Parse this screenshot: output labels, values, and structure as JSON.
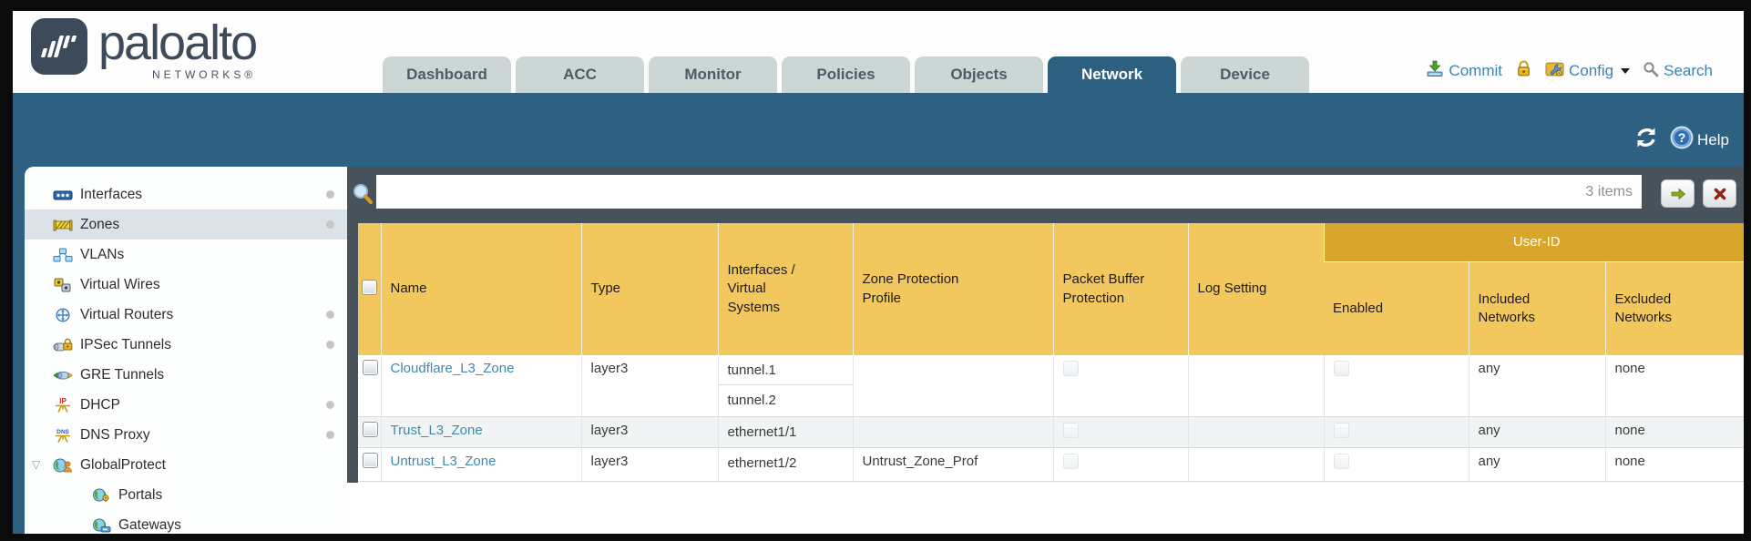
{
  "brand": {
    "name": "paloalto",
    "subtitle": "NETWORKS®"
  },
  "nav": {
    "tabs": [
      {
        "label": "Dashboard",
        "active": false
      },
      {
        "label": "ACC",
        "active": false
      },
      {
        "label": "Monitor",
        "active": false
      },
      {
        "label": "Policies",
        "active": false
      },
      {
        "label": "Objects",
        "active": false
      },
      {
        "label": "Network",
        "active": true
      },
      {
        "label": "Device",
        "active": false
      }
    ]
  },
  "actions": {
    "commit": "Commit",
    "config": "Config",
    "search": "Search",
    "help": "Help"
  },
  "sidebar": {
    "items": [
      {
        "label": "Interfaces",
        "icon": "interfaces-icon",
        "dot": true
      },
      {
        "label": "Zones",
        "icon": "zones-icon",
        "dot": true,
        "selected": true
      },
      {
        "label": "VLANs",
        "icon": "vlans-icon"
      },
      {
        "label": "Virtual Wires",
        "icon": "virtual-wires-icon"
      },
      {
        "label": "Virtual Routers",
        "icon": "virtual-routers-icon",
        "dot": true
      },
      {
        "label": "IPSec Tunnels",
        "icon": "ipsec-tunnels-icon",
        "dot": true
      },
      {
        "label": "GRE Tunnels",
        "icon": "gre-tunnels-icon"
      },
      {
        "label": "DHCP",
        "icon": "dhcp-icon",
        "dot": true
      },
      {
        "label": "DNS Proxy",
        "icon": "dns-proxy-icon",
        "dot": true
      },
      {
        "label": "GlobalProtect",
        "icon": "globalprotect-icon",
        "expanded": true
      },
      {
        "label": "Portals",
        "icon": "portals-icon",
        "child": true
      },
      {
        "label": "Gateways",
        "icon": "gateways-icon",
        "child": true
      }
    ]
  },
  "filter": {
    "value": "",
    "count": "3 items"
  },
  "table": {
    "group_header": "User-ID",
    "columns": [
      "Name",
      "Type",
      "Interfaces / Virtual Systems",
      "Zone Protection Profile",
      "Packet Buffer Protection",
      "Log Setting",
      "Enabled",
      "Included Networks",
      "Excluded Networks"
    ],
    "rows": [
      {
        "name": "Cloudflare_L3_Zone",
        "type": "layer3",
        "interfaces": [
          "tunnel.1",
          "tunnel.2"
        ],
        "zone_protection_profile": "",
        "log_setting": "",
        "included_networks": "any",
        "excluded_networks": "none"
      },
      {
        "name": "Trust_L3_Zone",
        "type": "layer3",
        "interfaces": [
          "ethernet1/1"
        ],
        "zone_protection_profile": "",
        "log_setting": "",
        "included_networks": "any",
        "excluded_networks": "none"
      },
      {
        "name": "Untrust_L3_Zone",
        "type": "layer3",
        "interfaces": [
          "ethernet1/2"
        ],
        "zone_protection_profile": "Untrust_Zone_Prof",
        "log_setting": "",
        "included_networks": "any",
        "excluded_networks": "none"
      }
    ]
  },
  "colors": {
    "teal": "#2e6181",
    "amber": "#f2c75e",
    "amber_dark": "#d9a52d",
    "filter_bar": "#48525a",
    "link": "#4089ad",
    "tab_inactive": "#ccd6d5"
  }
}
